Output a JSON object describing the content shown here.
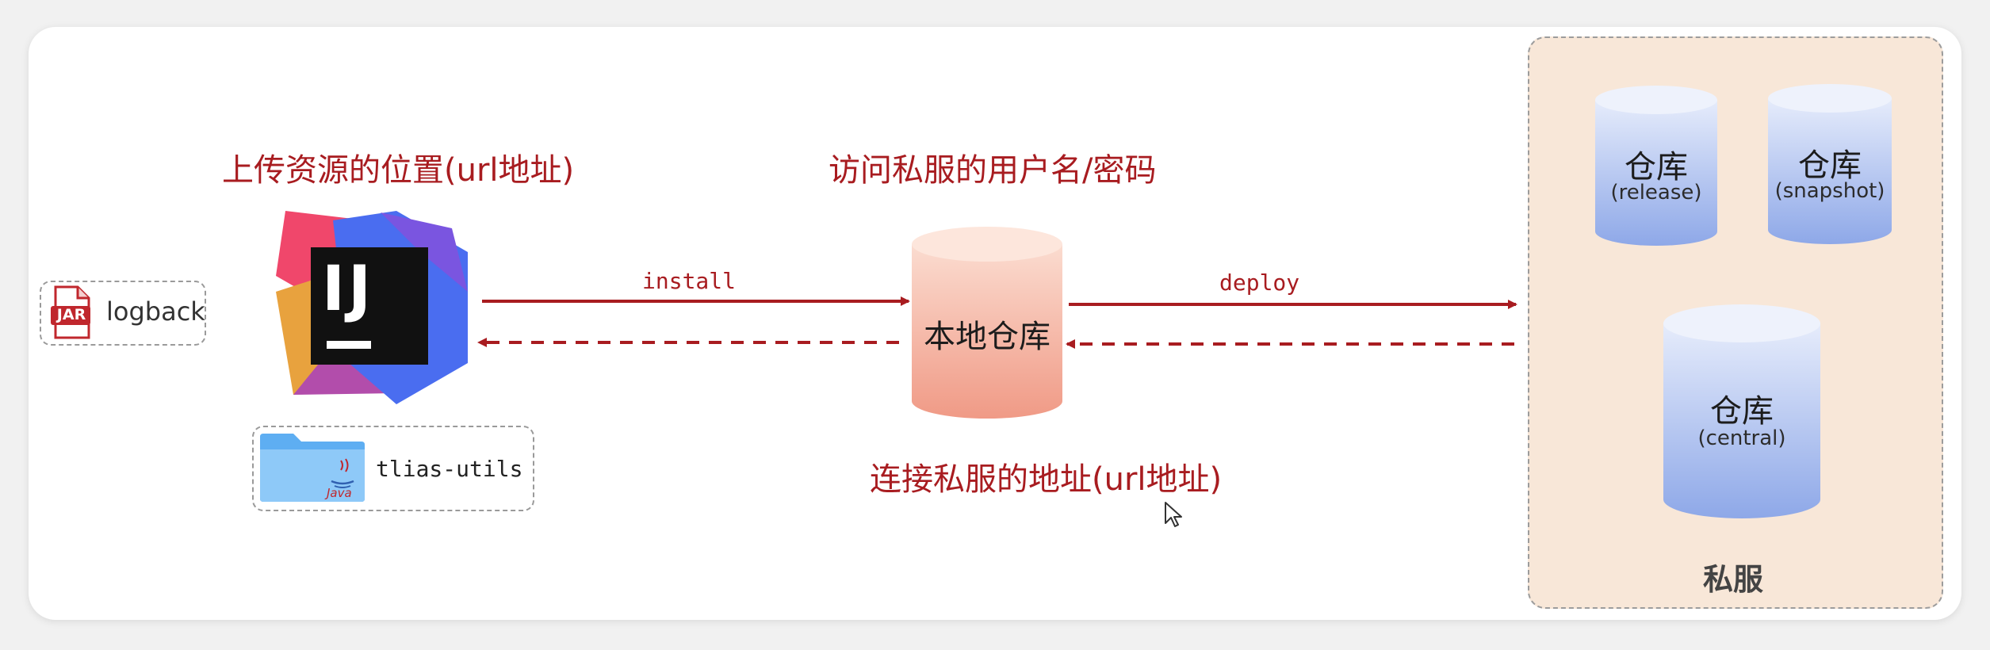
{
  "labels": {
    "upload_location": "上传资源的位置(url地址)",
    "credentials": "访问私服的用户名/密码",
    "connect_address": "连接私服的地址(url地址)",
    "private_server": "私服"
  },
  "arrows": {
    "install": "install",
    "deploy": "deploy"
  },
  "jar": {
    "badge": "JAR",
    "name": "logback"
  },
  "ide": {
    "logo_text": "IJ"
  },
  "project": {
    "folder_badge": "Java",
    "name": "tlias-utils"
  },
  "local_repo": {
    "label": "本地仓库"
  },
  "repos": {
    "release": {
      "title": "仓库",
      "sub": "(release)"
    },
    "snapshot": {
      "title": "仓库",
      "sub": "(snapshot)"
    },
    "central": {
      "title": "仓库",
      "sub": "(central)"
    }
  },
  "colors": {
    "accent_red": "#a81c20",
    "local_repo_top": "#fbdcd0",
    "local_repo_bottom": "#f09a86",
    "repo_top": "#e4eafa",
    "repo_bottom": "#8ea8e8",
    "private_bg": "#f8e7d8"
  }
}
